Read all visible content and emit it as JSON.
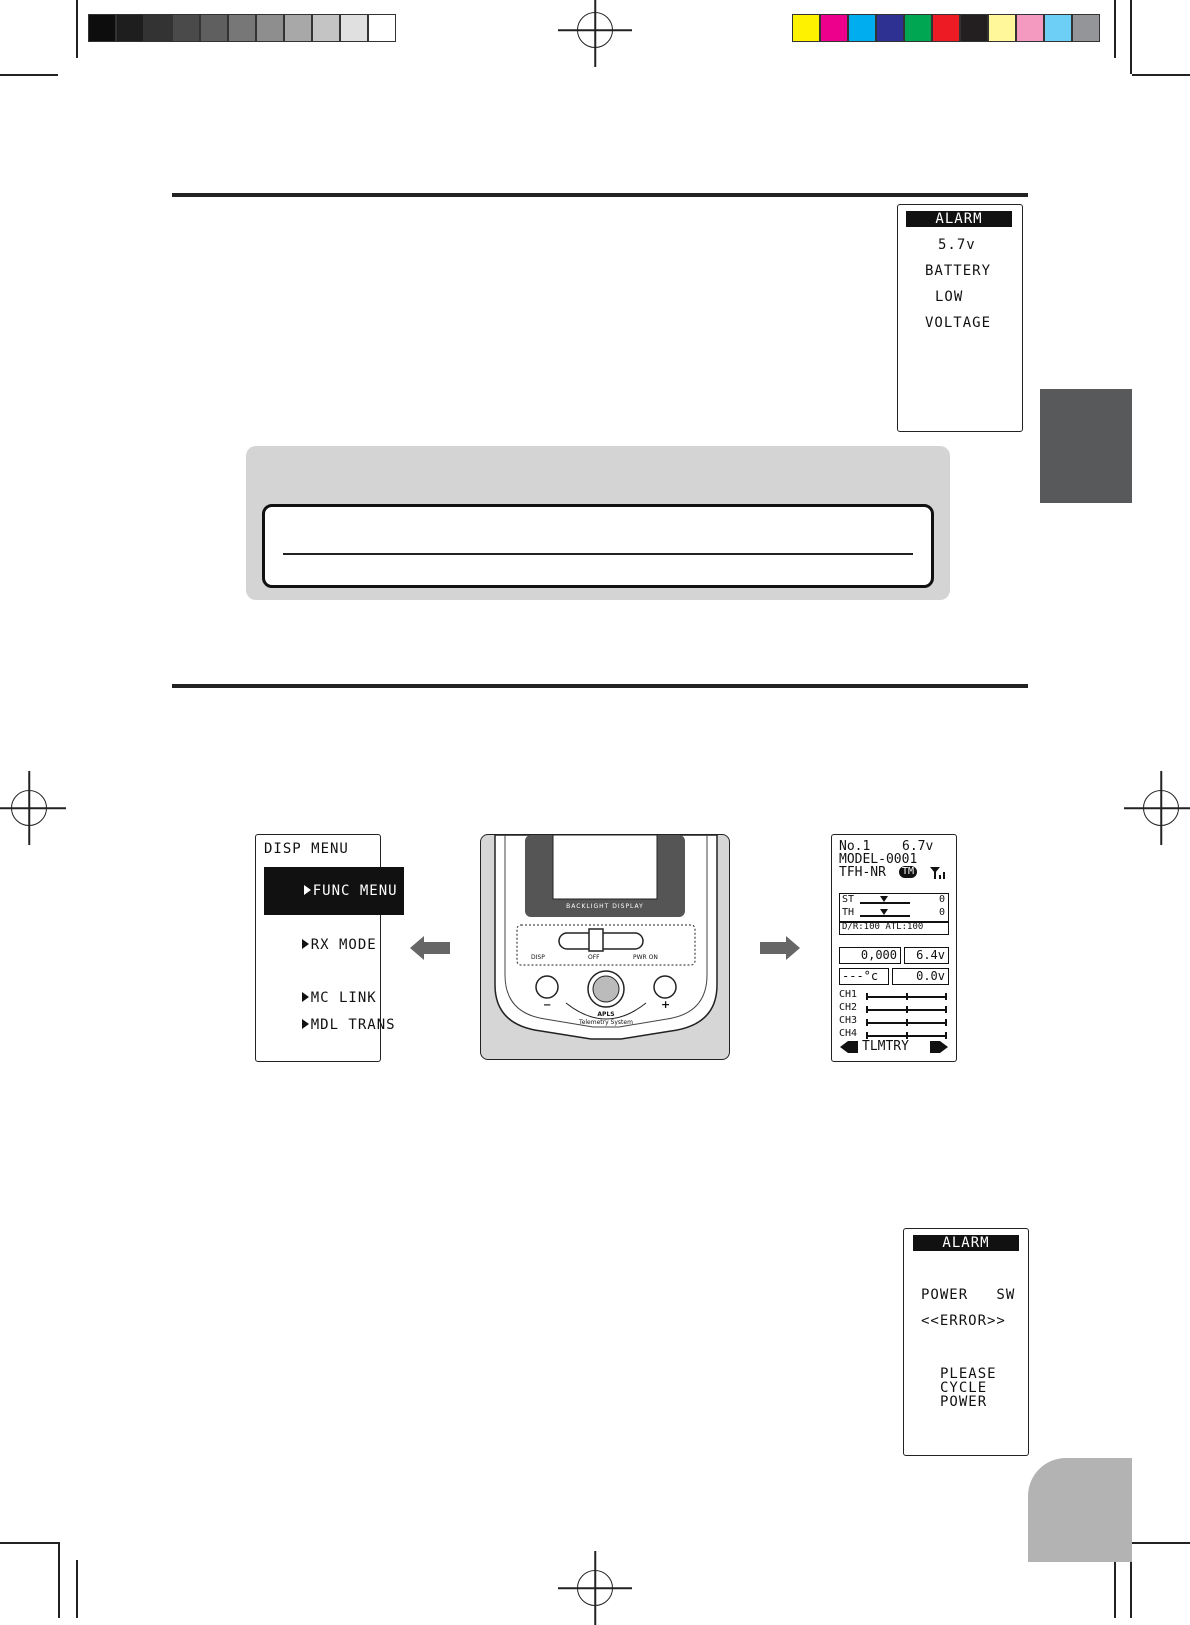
{
  "colors": {
    "gray_swatches": [
      "#0d0d0d",
      "#1e1e1e",
      "#333333",
      "#4a4a4a",
      "#5f5f5f",
      "#777777",
      "#8e8e8e",
      "#a8a8a8",
      "#c4c4c4",
      "#e0e0e0",
      "#ffffff"
    ],
    "color_swatches": [
      "#fff200",
      "#ec008c",
      "#00aeef",
      "#2e3192",
      "#00a651",
      "#ed1c24",
      "#231f20",
      "#fff799",
      "#f49ac1",
      "#6dcff6",
      "#939598"
    ],
    "tab": "#58595b",
    "page_tab": "#b3b3b3",
    "note_box": "#d4d4d4"
  },
  "alarm_low": {
    "title": "ALARM",
    "voltage": "5.7v",
    "line1": "BATTERY",
    "line2": "LOW",
    "line3": "VOLTAGE"
  },
  "disp_menu": {
    "title": "DISP MENU",
    "items": [
      "FUNC MENU",
      "RX MODE",
      "MC LINK",
      "MDL TRANS"
    ]
  },
  "device": {
    "backlight_label": "BACKLIGHT DISPLAY",
    "switch_disp": "DISP",
    "switch_off": "OFF",
    "switch_pwr": "PWR ON",
    "minus": "−",
    "plus": "+",
    "brand": "APLS",
    "brand_sub": "Telemetry System"
  },
  "telemetry": {
    "line1_left": "No.1",
    "line1_right": "6.7v",
    "model": "MODEL-0001",
    "mode": "TFH-NR",
    "tm_badge": "TM",
    "st_label": "ST",
    "st_value": "0",
    "th_label": "TH",
    "th_value": "0",
    "dr": "D/R:100 ATL:100",
    "timer": "0,000",
    "rx_volt": "6.4v",
    "temp": "---°c",
    "volt2": "0.0v",
    "channels": [
      "CH1",
      "CH2",
      "CH3",
      "CH4"
    ],
    "footer": "TLMTRY"
  },
  "alarm_power": {
    "title": "ALARM",
    "line1": "POWER   SW",
    "line2": "<<ERROR>>",
    "line3": "PLEASE",
    "line4": "CYCLE",
    "line5": "POWER"
  }
}
